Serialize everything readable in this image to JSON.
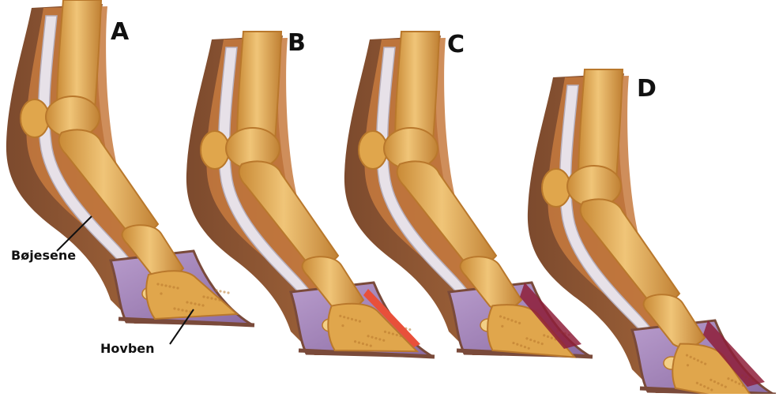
{
  "panels": [
    {
      "letter": "A"
    },
    {
      "letter": "B"
    },
    {
      "letter": "C"
    },
    {
      "letter": "D"
    }
  ],
  "labels": {
    "tendon": "Bøjesene",
    "coffin_bone": "Hovben"
  },
  "colors": {
    "bone": "#e0a64c",
    "bone_shade": "#b9782c",
    "bone_light": "#f3cf86",
    "fur": "#8a4a1e",
    "skin": "#c77a3e",
    "tendon": "#e7e1e8",
    "tendon_shade": "#b7aeba",
    "hoof_purple": "#9c7cb0",
    "hoof_wall": "#7a4a3a",
    "laminitis_red": "#e8503a",
    "laminitis_dark": "#8e1f3a"
  }
}
